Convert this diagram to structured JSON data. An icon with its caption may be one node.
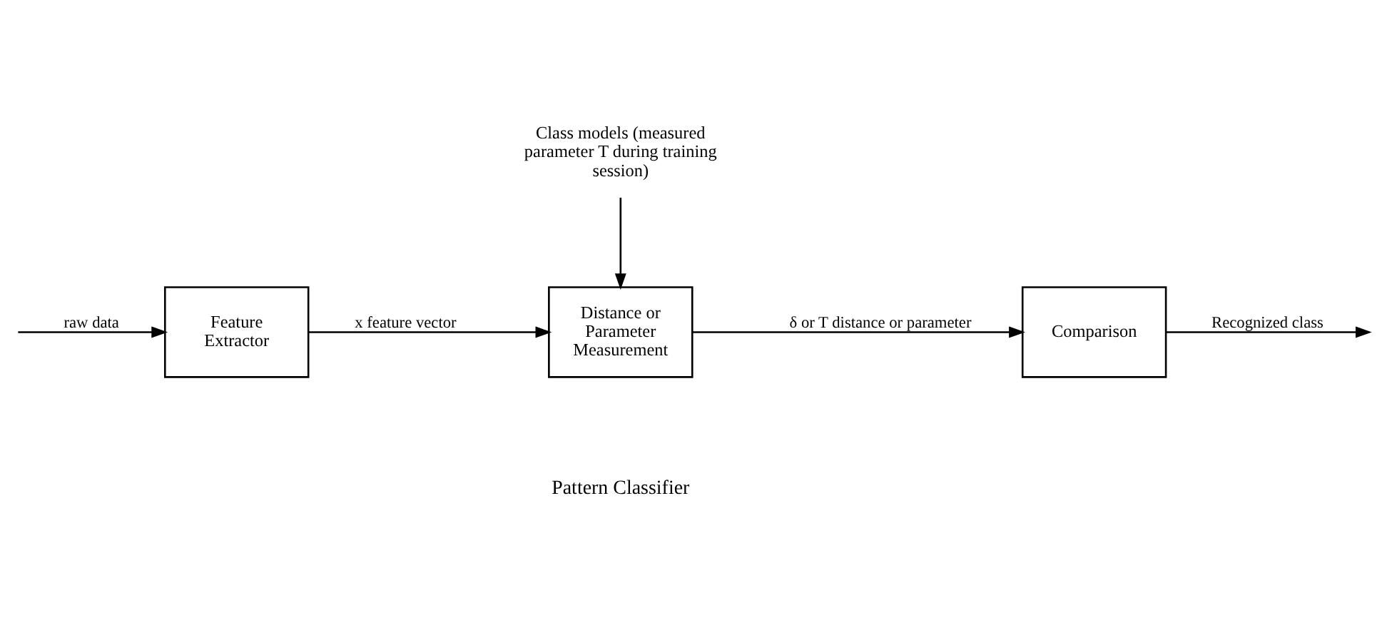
{
  "diagram": {
    "nodes": [
      {
        "text": [
          "Feature Extractor"
        ]
      },
      {
        "text": [
          "Distance or Parameter Measurement"
        ]
      },
      {
        "text": [
          "Comparison"
        ]
      },
      {
        "text": [
          "Class models (measured parameter T during training session)"
        ]
      }
    ],
    "edges": [
      {
        "from": null,
        "to": 0,
        "arrow": "to",
        "label": "raw data"
      },
      {
        "from": 0,
        "to": 1,
        "arrow": "to",
        "label": "x feature vector"
      },
      {
        "from": 3,
        "to": 1,
        "arrow": "to"
      },
      {
        "from": 1,
        "to": 2,
        "arrow": "to",
        "label": "δ or T distance or parameter"
      },
      {
        "from": 2,
        "to": null,
        "arrow": "to",
        "label": "Recognized class"
      }
    ],
    "labels": [
      "Pattern Classifier"
    ]
  }
}
